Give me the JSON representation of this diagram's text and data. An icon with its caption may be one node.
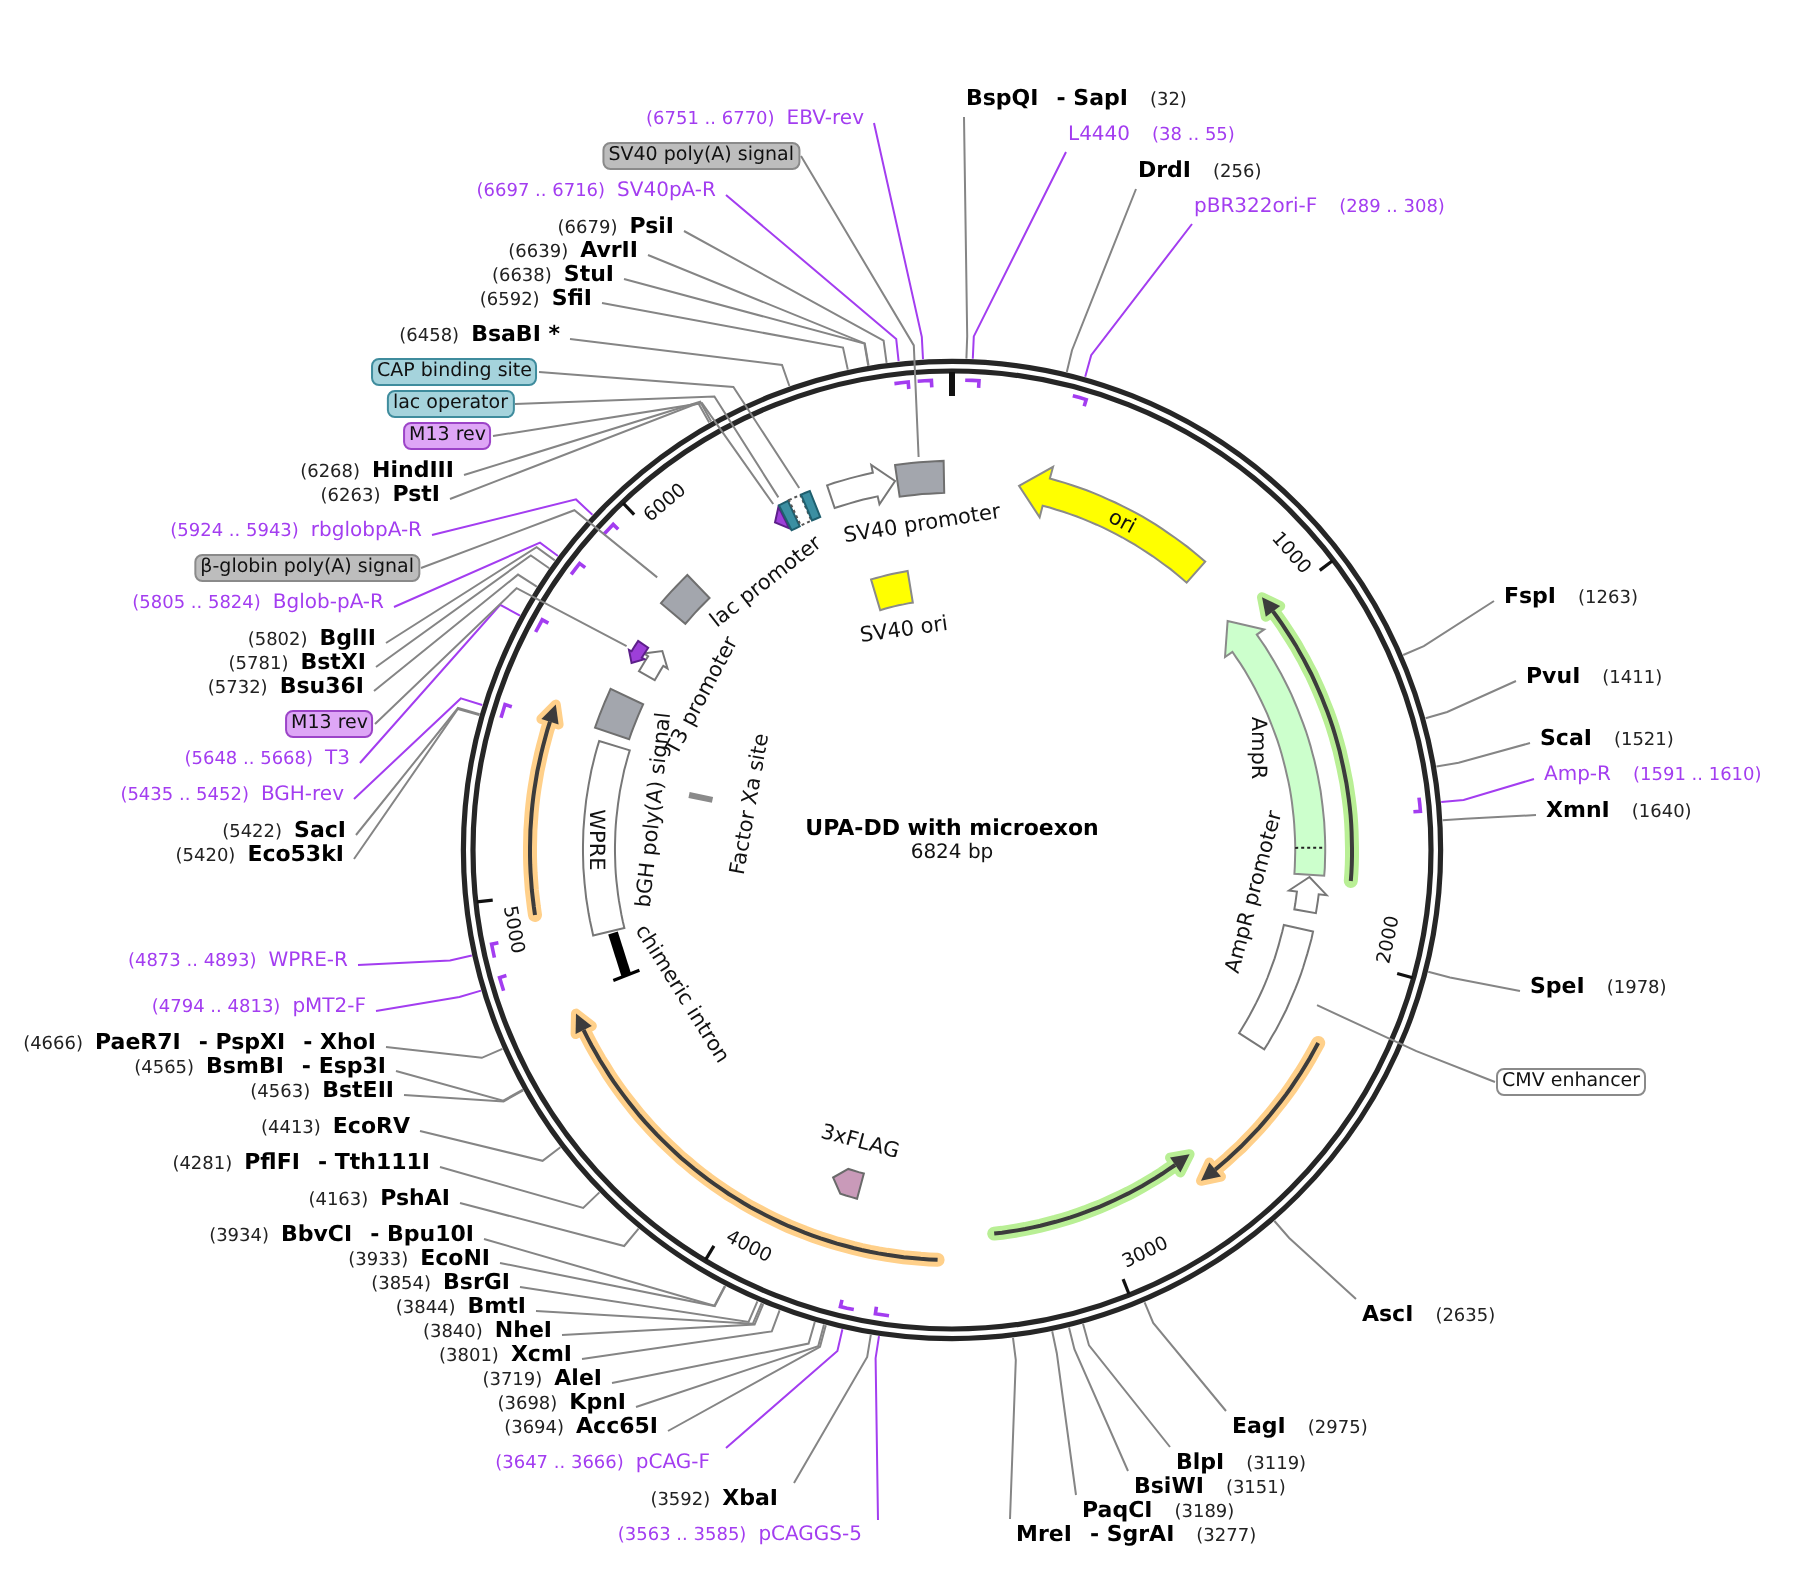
{
  "diagram": {
    "title": "UPA-DD with microexon",
    "nodes": [
      {
        "text": [
          "BspQI",
          "- SapI",
          "(32)"
        ]
      },
      {
        "text": [
          "L4440",
          "(38 .. 55)"
        ]
      },
      {
        "text": [
          "DrdI",
          "(256)"
        ]
      },
      {
        "text": [
          "pBR322ori-F",
          "(289 .. 308)"
        ]
      },
      {
        "text": [
          "FspI",
          "(1263)"
        ]
      },
      {
        "text": [
          "PvuI",
          "(1411)"
        ]
      },
      {
        "text": [
          "ScaI",
          "(1521)"
        ]
      },
      {
        "text": [
          "Amp-R",
          "(1591 .. 1610)"
        ]
      },
      {
        "text": [
          "XmnI",
          "(1640)"
        ]
      },
      {
        "text": [
          "SpeI",
          "(1978)"
        ]
      },
      {
        "text": [
          "CMV enhancer"
        ]
      },
      {
        "text": [
          "AscI",
          "(2635)"
        ]
      },
      {
        "text": [
          "EagI",
          "(2975)"
        ]
      },
      {
        "text": [
          "BlpI",
          "(3119)"
        ]
      },
      {
        "text": [
          "BsiWI",
          "(3151)"
        ]
      },
      {
        "text": [
          "PaqCI",
          "(3189)"
        ]
      },
      {
        "text": [
          "MreI",
          "- SgrAI",
          "(3277)"
        ]
      },
      {
        "text": [
          "(3563 .. 3585)",
          "pCAGGS-5"
        ]
      },
      {
        "text": [
          "(3592)",
          "XbaI"
        ]
      },
      {
        "text": [
          "(3647 .. 3666)",
          "pCAG-F"
        ]
      },
      {
        "text": [
          "(3694)",
          "Acc65I"
        ]
      },
      {
        "text": [
          "(3698)",
          "KpnI"
        ]
      },
      {
        "text": [
          "(3719)",
          "AleI"
        ]
      },
      {
        "text": [
          "(3801)",
          "XcmI"
        ]
      },
      {
        "text": [
          "(3840)",
          "NheI"
        ]
      },
      {
        "text": [
          "(3844)",
          "BmtI"
        ]
      },
      {
        "text": [
          "(3854)",
          "BsrGI"
        ]
      },
      {
        "text": [
          "(3933)",
          "EcoNI"
        ]
      },
      {
        "text": [
          "(3934)",
          "BbvCI",
          "- Bpu10I"
        ]
      },
      {
        "text": [
          "(4163)",
          "PshAI"
        ]
      },
      {
        "text": [
          "(4281)",
          "PflFI",
          "- Tth111I"
        ]
      },
      {
        "text": [
          "(4413)",
          "EcoRV"
        ]
      },
      {
        "text": [
          "(4563)",
          "BstEII"
        ]
      },
      {
        "text": [
          "(4565)",
          "BsmBI",
          "- Esp3I"
        ]
      },
      {
        "text": [
          "(4666)",
          "PaeR7I",
          "- PspXI",
          "- XhoI"
        ]
      },
      {
        "text": [
          "(4794 .. 4813)",
          "pMT2-F"
        ]
      },
      {
        "text": [
          "(4873 .. 4893)",
          "WPRE-R"
        ]
      },
      {
        "text": [
          "(5420)",
          "Eco53kI"
        ]
      },
      {
        "text": [
          "(5422)",
          "SacI"
        ]
      },
      {
        "text": [
          "(5435 .. 5452)",
          "BGH-rev"
        ]
      },
      {
        "text": [
          "(5648 .. 5668)",
          "T3"
        ]
      },
      {
        "text": [
          "M13 rev"
        ]
      },
      {
        "text": [
          "(5732)",
          "Bsu36I"
        ]
      },
      {
        "text": [
          "(5781)",
          "BstXI"
        ]
      },
      {
        "text": [
          "(5802)",
          "BglII"
        ]
      },
      {
        "text": [
          "(5805 .. 5824)",
          "Bglob-pA-R"
        ]
      },
      {
        "text": [
          "β-globin poly(A) signal"
        ]
      },
      {
        "text": [
          "(5924 .. 5943)",
          "rbglobpA-R"
        ]
      },
      {
        "text": [
          "(6263)",
          "PstI"
        ]
      },
      {
        "text": [
          "(6268)",
          "HindIII"
        ]
      },
      {
        "text": [
          "M13 rev"
        ]
      },
      {
        "text": [
          "lac operator"
        ]
      },
      {
        "text": [
          "CAP binding site"
        ]
      },
      {
        "text": [
          "(6458)",
          "BsaBI *"
        ]
      },
      {
        "text": [
          "(6592)",
          "SfiI"
        ]
      },
      {
        "text": [
          "(6638)",
          "StuI"
        ]
      },
      {
        "text": [
          "(6639)",
          "AvrII"
        ]
      },
      {
        "text": [
          "(6679)",
          "PsiI"
        ]
      },
      {
        "text": [
          "(6697 .. 6716)",
          "SV40pA-R"
        ]
      },
      {
        "text": [
          "SV40 poly(A) signal"
        ]
      },
      {
        "text": [
          "(6751 .. 6770)",
          "EBV-rev"
        ]
      },
      {
        "text": [
          "ori"
        ]
      },
      {
        "text": [],
        "shape": "arrow",
        "beside": [
          "AmpR"
        ]
      },
      {
        "text": [],
        "shape": "arrow",
        "beside": [
          "AmpR promoter"
        ]
      },
      {
        "text": [],
        "shape": "box"
      },
      {
        "text": [],
        "shape": "arrow",
        "beside": [
          "3xFLAG"
        ]
      },
      {
        "text": [],
        "shape": "bar",
        "beside": [
          "chimeric intron"
        ]
      },
      {
        "text": [
          "WPRE"
        ]
      },
      {
        "text": [],
        "shape": "bar",
        "beside": [
          "Factor Xa site"
        ]
      },
      {
        "text": [],
        "shape": "box",
        "beside": [
          "bGH poly(A) signal"
        ]
      },
      {
        "text": [],
        "shape": "arrow",
        "beside": [
          "T3 promoter"
        ]
      },
      {
        "text": [],
        "shape": "arrow"
      },
      {
        "text": [],
        "shape": "box"
      },
      {
        "text": [],
        "shape": "arrow"
      },
      {
        "text": [],
        "shape": "box"
      },
      {
        "text": [],
        "shape": "box",
        "beside": [
          "lac promoter"
        ]
      },
      {
        "text": [],
        "shape": "box"
      },
      {
        "text": [],
        "shape": "arrow",
        "beside": [
          "SV40 promoter"
        ]
      },
      {
        "text": [],
        "shape": "box"
      },
      {
        "text": [],
        "shape": "box",
        "beside": [
          "SV40 ori"
        ]
      }
    ],
    "edges": [
      {
        "from": 0,
        "to": null,
        "arrow": "none"
      },
      {
        "from": 1,
        "to": null,
        "arrow": "none",
        "color": "#a33df0"
      },
      {
        "from": 2,
        "to": null,
        "arrow": "none"
      },
      {
        "from": 3,
        "to": null,
        "arrow": "none",
        "color": "#a33df0"
      },
      {
        "from": 4,
        "to": null,
        "arrow": "none"
      },
      {
        "from": 5,
        "to": null,
        "arrow": "none"
      },
      {
        "from": 6,
        "to": null,
        "arrow": "none"
      },
      {
        "from": 7,
        "to": null,
        "arrow": "none",
        "color": "#a33df0"
      },
      {
        "from": 8,
        "to": null,
        "arrow": "none"
      },
      {
        "from": 9,
        "to": null,
        "arrow": "none"
      },
      {
        "from": 10,
        "to": 64,
        "arrow": "none"
      },
      {
        "from": 11,
        "to": null,
        "arrow": "none"
      },
      {
        "from": 12,
        "to": null,
        "arrow": "none"
      },
      {
        "from": 13,
        "to": null,
        "arrow": "none"
      },
      {
        "from": 14,
        "to": null,
        "arrow": "none"
      },
      {
        "from": 15,
        "to": null,
        "arrow": "none"
      },
      {
        "from": 16,
        "to": null,
        "arrow": "none"
      },
      {
        "from": 17,
        "to": null,
        "arrow": "none",
        "color": "#a33df0"
      },
      {
        "from": 18,
        "to": null,
        "arrow": "none"
      },
      {
        "from": 19,
        "to": null,
        "arrow": "none",
        "color": "#a33df0"
      },
      {
        "from": 20,
        "to": null,
        "arrow": "none"
      },
      {
        "from": 21,
        "to": null,
        "arrow": "none"
      },
      {
        "from": 22,
        "to": null,
        "arrow": "none"
      },
      {
        "from": 23,
        "to": null,
        "arrow": "none"
      },
      {
        "from": 24,
        "to": null,
        "arrow": "none"
      },
      {
        "from": 25,
        "to": null,
        "arrow": "none"
      },
      {
        "from": 26,
        "to": null,
        "arrow": "none"
      },
      {
        "from": 27,
        "to": null,
        "arrow": "none"
      },
      {
        "from": 28,
        "to": null,
        "arrow": "none"
      },
      {
        "from": 29,
        "to": null,
        "arrow": "none"
      },
      {
        "from": 30,
        "to": null,
        "arrow": "none"
      },
      {
        "from": 31,
        "to": null,
        "arrow": "none"
      },
      {
        "from": 32,
        "to": null,
        "arrow": "none"
      },
      {
        "from": 33,
        "to": null,
        "arrow": "none"
      },
      {
        "from": 34,
        "to": null,
        "arrow": "none"
      },
      {
        "from": 35,
        "to": null,
        "arrow": "none",
        "color": "#a33df0"
      },
      {
        "from": 36,
        "to": null,
        "arrow": "none",
        "color": "#a33df0"
      },
      {
        "from": 37,
        "to": null,
        "arrow": "none"
      },
      {
        "from": 38,
        "to": null,
        "arrow": "none"
      },
      {
        "from": 39,
        "to": null,
        "arrow": "none",
        "color": "#a33df0"
      },
      {
        "from": 40,
        "to": null,
        "arrow": "none",
        "color": "#a33df0"
      },
      {
        "from": 41,
        "to": 71,
        "arrow": "none"
      },
      {
        "from": 42,
        "to": null,
        "arrow": "none"
      },
      {
        "from": 43,
        "to": null,
        "arrow": "none"
      },
      {
        "from": 44,
        "to": null,
        "arrow": "none"
      },
      {
        "from": 45,
        "to": null,
        "arrow": "none",
        "color": "#a33df0"
      },
      {
        "from": 46,
        "to": 72,
        "arrow": "none"
      },
      {
        "from": 47,
        "to": null,
        "arrow": "none",
        "color": "#a33df0"
      },
      {
        "from": 48,
        "to": null,
        "arrow": "none"
      },
      {
        "from": 49,
        "to": null,
        "arrow": "none"
      },
      {
        "from": 50,
        "to": 73,
        "arrow": "none"
      },
      {
        "from": 51,
        "to": 74,
        "arrow": "none"
      },
      {
        "from": 52,
        "to": 76,
        "arrow": "none"
      },
      {
        "from": 53,
        "to": null,
        "arrow": "none"
      },
      {
        "from": 54,
        "to": null,
        "arrow": "none"
      },
      {
        "from": 55,
        "to": null,
        "arrow": "none"
      },
      {
        "from": 56,
        "to": null,
        "arrow": "none"
      },
      {
        "from": 57,
        "to": null,
        "arrow": "none"
      },
      {
        "from": 58,
        "to": null,
        "arrow": "none",
        "color": "#a33df0"
      },
      {
        "from": 59,
        "to": 78,
        "arrow": "none"
      },
      {
        "from": 60,
        "to": null,
        "arrow": "none",
        "color": "#a33df0"
      }
    ],
    "labels": [
      "6824 bp",
      "1000",
      "2000",
      "3000",
      "4000",
      "5000",
      "6000"
    ]
  }
}
